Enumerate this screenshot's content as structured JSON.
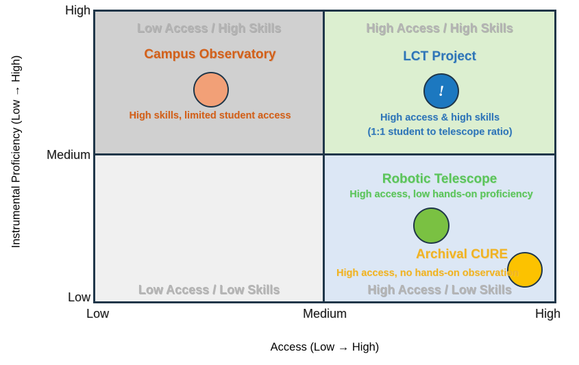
{
  "chart_data": {
    "type": "scatter",
    "title": "",
    "xlabel": "Access (Low → High)",
    "ylabel": "Instrumental Proficiency (Low → High)",
    "x_ticks": [
      "Low",
      "Medium",
      "High"
    ],
    "y_ticks": [
      "High",
      "Medium",
      "Low"
    ],
    "grid": false,
    "legend": "none",
    "quadrants": [
      {
        "key": "top_left",
        "caption": "Low Access / High Skills",
        "background": "#D0D0D0"
      },
      {
        "key": "top_right",
        "caption": "High Access / High Skills",
        "background": "#DCEFD0"
      },
      {
        "key": "bottom_left",
        "caption": "Low Access / Low Skills",
        "background": "#F0F0F0"
      },
      {
        "key": "bottom_right",
        "caption": "High Access / Low Skills",
        "background": "#DCE7F5"
      }
    ],
    "points": [
      {
        "name": "Campus Observatory",
        "description": "High skills, limited student access",
        "quadrant": "top_left",
        "access": "Low",
        "proficiency": "High",
        "color": "#F2A077",
        "text_color": "#D2601A",
        "glyph": ""
      },
      {
        "name": "LCT Project",
        "description": "High access & high skills\n(1:1 student to telescope ratio)",
        "quadrant": "top_right",
        "access": "High",
        "proficiency": "High",
        "color": "#1C78C0",
        "text_color": "#2E75B6",
        "glyph": "!"
      },
      {
        "name": "Robotic Telescope",
        "description": "High access, low hands-on proficiency",
        "quadrant": "bottom_right",
        "access": "High",
        "proficiency": "Medium-Low",
        "color": "#7AC142",
        "text_color": "#5BC45B",
        "glyph": ""
      },
      {
        "name": "Archival CURE",
        "description": "High access, no hands-on observation",
        "quadrant": "bottom_right",
        "access": "High",
        "proficiency": "Low",
        "color": "#FCC200",
        "text_color": "#F0B323",
        "glyph": ""
      }
    ]
  },
  "axes": {
    "y_title": "Instrumental Proficiency (Low → High)",
    "x_title": "Access (Low → High)",
    "y_high": "High",
    "y_medium": "Medium",
    "y_low": "Low",
    "x_low": "Low",
    "x_medium": "Medium",
    "x_high": "High"
  },
  "quadrant_captions": {
    "top_left": "Low Access / High Skills",
    "top_right": "High Access / High Skills",
    "bottom_left": "Low Access / Low Skills",
    "bottom_right": "High Access / Low Skills"
  },
  "items": {
    "campus": {
      "title": "Campus Observatory",
      "desc": "High skills, limited student access",
      "glyph": ""
    },
    "lct": {
      "title": "LCT Project",
      "desc_line1": "High access & high skills",
      "desc_line2": "(1:1 student to telescope ratio)",
      "glyph": "!"
    },
    "robotic": {
      "title": "Robotic Telescope",
      "desc": "High access, low hands-on proficiency",
      "glyph": ""
    },
    "archival": {
      "title": "Archival CURE",
      "desc": "High access, no hands-on observation",
      "glyph": ""
    }
  },
  "colors": {
    "border": "#1F3649",
    "quad_top_left": "#D0D0D0",
    "quad_top_right": "#DCEFD0",
    "quad_bottom_left": "#F0F0F0",
    "quad_bottom_right": "#DCE7F5",
    "caption_gray": "#B4B4B4",
    "campus": "#F2A077",
    "campus_text": "#D2601A",
    "lct": "#1C78C0",
    "lct_text": "#2E75B6",
    "robotic": "#7AC142",
    "robotic_text": "#5BC45B",
    "archival": "#FCC200",
    "archival_text": "#F0B323"
  }
}
